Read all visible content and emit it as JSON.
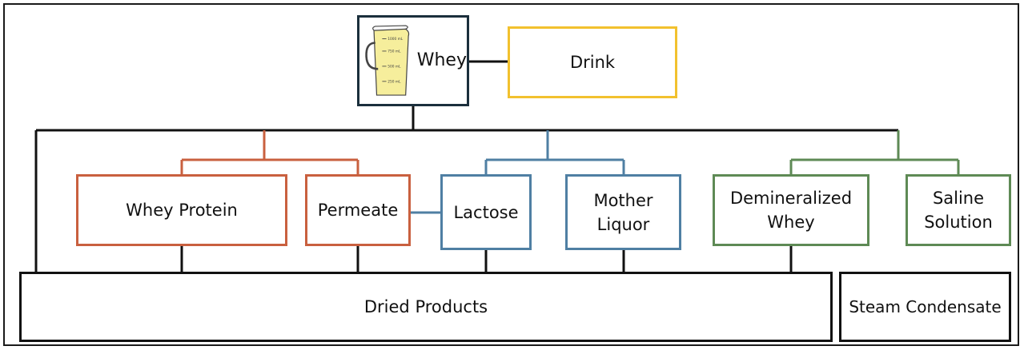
{
  "nodes": {
    "whey": "Whey",
    "drink": "Drink",
    "whey_protein": "Whey Protein",
    "permeate": "Permeate",
    "lactose": "Lactose",
    "mother_liquor": "Mother\nLiquor",
    "demineralized_whey": "Demineralized\nWhey",
    "saline_solution": "Saline\nSolution",
    "dried_products": "Dried Products",
    "steam_condensate": "Steam Condensate"
  },
  "jug_marks": [
    "1000 mL",
    "750 mL",
    "500 mL",
    "250 mL"
  ],
  "colors": {
    "black": "#111111",
    "whey_border": "#1b2f3c",
    "drink": "#f2c12e",
    "protein_group": "#c9603f",
    "lactose_group": "#4f7fa3",
    "saline_group": "#5e8a55",
    "liquid": "#f6ee9c"
  }
}
